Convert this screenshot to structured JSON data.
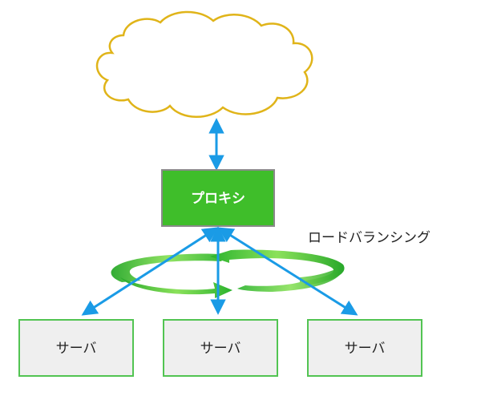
{
  "nodes": {
    "proxy": {
      "label": "プロキシ"
    },
    "servers": [
      {
        "label": "サーバ"
      },
      {
        "label": "サーバ"
      },
      {
        "label": "サーバ"
      }
    ]
  },
  "annotations": {
    "load_balancing": "ロードバランシング"
  },
  "colors": {
    "cloud_stroke": "#e0b419",
    "arrow": "#1a9be6",
    "proxy_fill": "#3fbe2a",
    "proxy_border": "#8a8a8a",
    "server_border": "#52c452",
    "server_fill": "#efefef",
    "swirl_light": "#8be15b",
    "swirl_dark": "#28a82a"
  },
  "icons": {
    "cloud": "cloud-icon",
    "swirl": "round-robin-arrows-icon"
  }
}
